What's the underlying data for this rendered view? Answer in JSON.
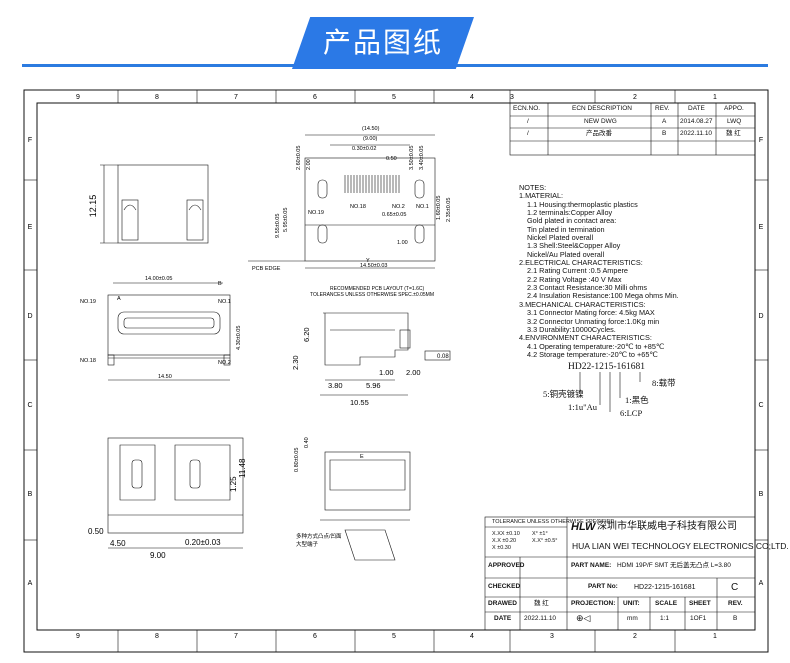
{
  "banner": {
    "title": "产品图纸",
    "accent": "#2b79e6"
  },
  "frame": {
    "cols_top": [
      "9",
      "8",
      "7",
      "6",
      "5",
      "4",
      "3",
      "2",
      "1"
    ],
    "rows_side": [
      "F",
      "E",
      "D",
      "C",
      "B",
      "A"
    ]
  },
  "ecn": {
    "headers": [
      "ECN.NO.",
      "ECN DESCRIPTION",
      "REV.",
      "DATE",
      "APPO."
    ],
    "rows": [
      [
        "/",
        "NEW DWG",
        "A",
        "2014.08.27",
        "LWQ"
      ],
      [
        "/",
        "产品改番",
        "B",
        "2022.11.10",
        "魏 红"
      ]
    ]
  },
  "notes": [
    "NOTES:",
    "1.MATERIAL:",
    "  1.1  Housing:thermoplastic plastics",
    "  1.2  terminals:Copper Alloy",
    "       Gold plated in contact area:",
    "       Tin plated in termination",
    "       Nickel Plated overall",
    "  1.3  Shell:Steel&Copper Alloy",
    "       Nickel/Au Plated overall",
    "2.ELECTRICAL CHARACTERISTICS:",
    "  2.1  Rating Current :0.5 Ampere",
    "  2.2  Rating Voltage :40 V Max",
    "  2.3  Contact Resistance:30 Milli ohms",
    "  2.4  Insulation Resistance:100 Mega ohms Min.",
    "3.MECHANICAL CHARACTERISTICS:",
    "  3.1  Connector Mating force: 4.5kg MAX",
    "  3.2  Connector Unmating force:1.0Kg min",
    "  3.3  Durability:10000Cycles.",
    "4.ENVIRONMENT CHARACTERISTICS:",
    "  4.1  Operating temperature:-20℃ to +85℃",
    "  4.2  Storage temperature:-20℃ to +65℃"
  ],
  "part_code": {
    "number": "HD22-1215-161681",
    "callouts": [
      "8:载带",
      "5:铜壳镀镍",
      "1:黑色",
      "1:1u\"Au",
      "6:LCP"
    ]
  },
  "dims": {
    "side_top": [
      "12.15"
    ],
    "top_view": [
      "(14.50)",
      "(9.00)",
      "0.30±0.02",
      "0.50",
      "2.60±0.05",
      "2.00",
      "3.50±0.05",
      "3.40±0.05",
      "1.60±0.05",
      "2.35±0.05",
      "5.95±0.05",
      "9.55±0.05",
      "14.50±0.03",
      "NO.19",
      "NO.18",
      "NO.2",
      "NO.1",
      "0.65±0.05",
      "1.00",
      "PCB EDGE",
      "Y"
    ],
    "layout_note": [
      "RECOMMENDED PCB LAYOUT (T=1.6C)",
      "TOLERANCES UNLESS OTHERWISE SPEC.±0.05MM"
    ],
    "front_view": [
      "14.00±0.05",
      "14.50",
      "NO.19",
      "NO.18",
      "NO.1",
      "NO.2",
      "A",
      "B",
      "4.30±0.05"
    ],
    "profile": [
      "6.20",
      "2.30",
      "3.80",
      "5.96",
      "1.00",
      "2.00",
      "10.55",
      "0.08"
    ],
    "bottom_view": [
      "11.48",
      "1.25",
      "0.50",
      "4.50",
      "9.00",
      "0.20±0.03"
    ],
    "detail": [
      "0.40",
      "0.80±0.05",
      "E",
      "多种方式凸点/凹面",
      "大型端子"
    ]
  },
  "title_block": {
    "tolerance_header": "TOLERANCE UNLESS OTHERWISE SPECIFIED",
    "tolerance_rows": [
      "X.XX ±0.10",
      "X.X ±0.20",
      "X ±0.30"
    ],
    "angle_rows": [
      "X° ±1°",
      "X.X° ±0.5°"
    ],
    "company_logo": "HLW",
    "company_cn": "深圳市华联威电子科技有限公司",
    "company_en": "HUA LIAN WEI TECHNOLOGY ELECTRONICS CO;LTD.",
    "labels": {
      "approved": "APPROVED",
      "checked": "CHECKED",
      "drawed": "DRAWED",
      "date": "DATE",
      "part_name": "PART NAME:",
      "part_no": "PART No:",
      "projection": "PROJECTION:",
      "unit": "UNIT:",
      "scale": "SCALE",
      "sheet": "SHEET",
      "rev": "REV."
    },
    "values": {
      "part_name": "HDMI 19P/F SMT 无后盖无凸点 L=3.80",
      "part_no": "HD22-1215-161681",
      "rev_big": "C",
      "drawer": "魏 红",
      "date": "2022.11.10",
      "unit": "mm",
      "scale": "1:1",
      "sheet": "1OF1",
      "rev": "B"
    }
  }
}
